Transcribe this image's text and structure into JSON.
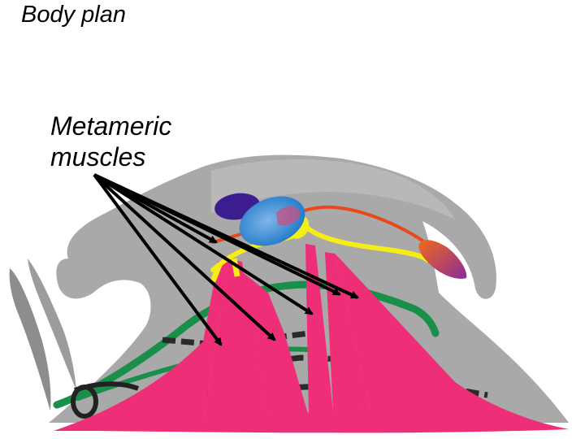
{
  "title": "Body plan",
  "label": {
    "line1": "Metameric",
    "line2": "muscles"
  },
  "colors": {
    "body": "#a9a9a9",
    "muscle": "#ef2e78",
    "nerve_green": "#1a8f4a",
    "nerve_yellow": "#f5ee16",
    "nerve_orange": "#e8481a",
    "ganglion_blue": "#2f8fd8",
    "ganglion_purple": "#3b1d8f",
    "stripe": "#2a2a2a"
  },
  "arrows": {
    "count": 6,
    "color": "#000000"
  }
}
